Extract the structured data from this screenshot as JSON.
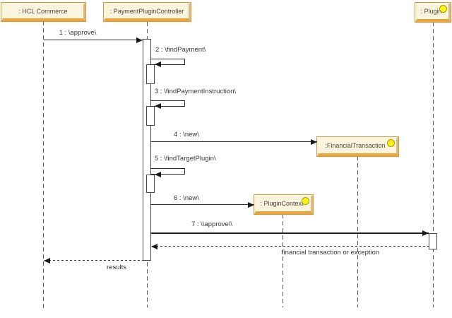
{
  "diagram": {
    "type": "uml-sequence",
    "lifelines": [
      {
        "id": "hcl-commerce",
        "label": ": HCL Commerce",
        "interface_ball": false
      },
      {
        "id": "payment-plugin-controller",
        "label": ": PaymentPluginController",
        "interface_ball": false
      },
      {
        "id": "plugin-context",
        "label": ": PluginContext",
        "interface_ball": true
      },
      {
        "id": "financial-transaction",
        "label": ":FinancialTransaction",
        "interface_ball": true
      },
      {
        "id": "plugin",
        "label": ": Plugin",
        "interface_ball": true
      }
    ],
    "messages": [
      {
        "seq": 1,
        "label": "1 : \\approve\\",
        "from": ": HCL Commerce",
        "to": ": PaymentPluginController",
        "kind": "sync"
      },
      {
        "seq": 2,
        "label": "2 : \\findPayment\\",
        "from": ": PaymentPluginController",
        "to": ": PaymentPluginController",
        "kind": "self"
      },
      {
        "seq": 3,
        "label": "3 : \\findPaymentInstruction\\",
        "from": ": PaymentPluginController",
        "to": ": PaymentPluginController",
        "kind": "self"
      },
      {
        "seq": 4,
        "label": "4 : \\new\\",
        "from": ": PaymentPluginController",
        "to": ":FinancialTransaction",
        "kind": "create"
      },
      {
        "seq": 5,
        "label": "5 : \\findTargetPlugin\\",
        "from": ": PaymentPluginController",
        "to": ": PaymentPluginController",
        "kind": "self"
      },
      {
        "seq": 6,
        "label": "6 : \\new\\",
        "from": ": PaymentPluginController",
        "to": ": PluginContext",
        "kind": "create"
      },
      {
        "seq": 7,
        "label": "7 : \\\\approve\\\\",
        "from": ": PaymentPluginController",
        "to": ": Plugin",
        "kind": "sync"
      },
      {
        "seq": 8,
        "label": "financial transaction or exception",
        "from": ": Plugin",
        "to": ": PaymentPluginController",
        "kind": "return"
      },
      {
        "seq": 9,
        "label": "results",
        "from": ": PaymentPluginController",
        "to": ": HCL Commerce",
        "kind": "return"
      }
    ],
    "colors": {
      "box_fill": "#FCF5DD",
      "box_border_bottom": "#EBA43C",
      "box_border_side": "#D9BC85",
      "interface_ball": "#FFF215",
      "line": "#2B2B2B"
    }
  }
}
